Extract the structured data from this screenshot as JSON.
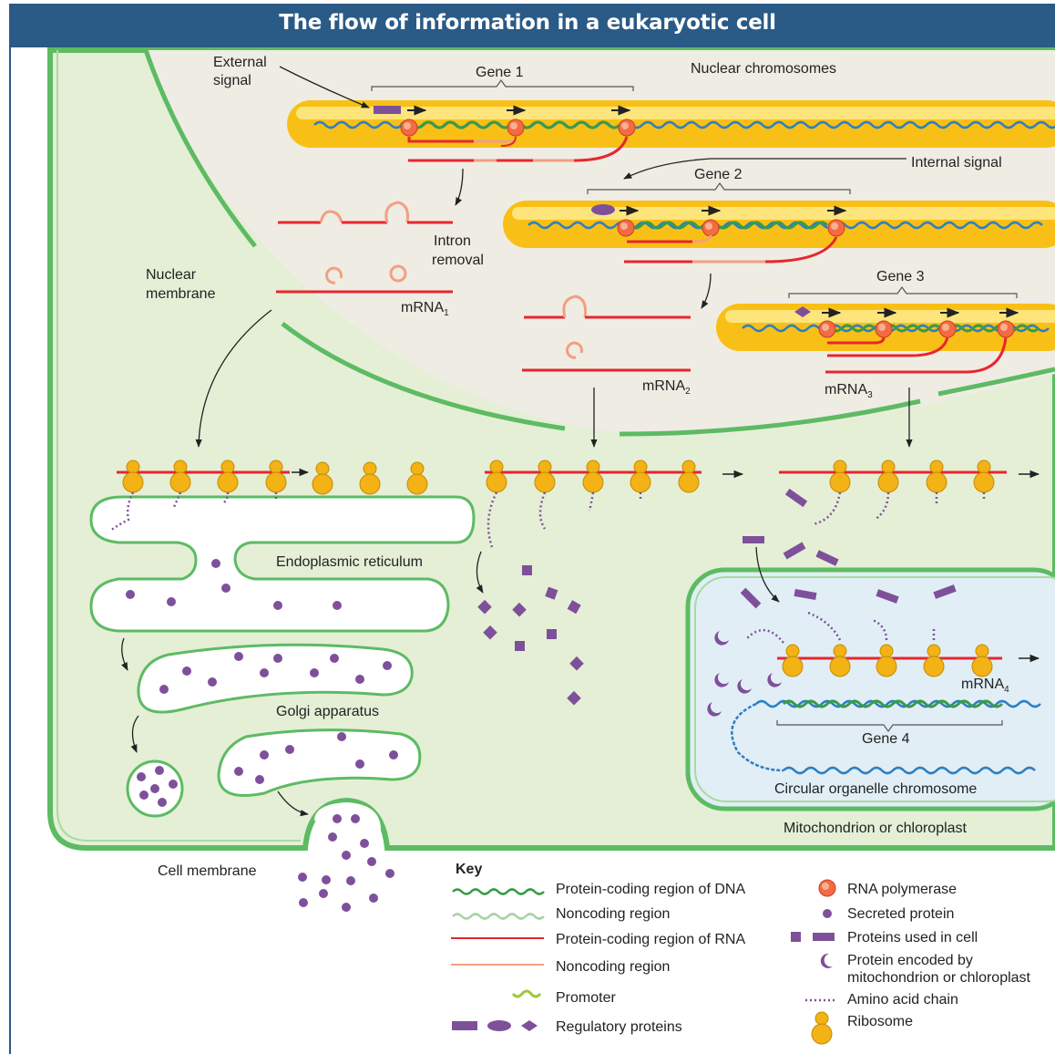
{
  "title": "The flow of information in a eukaryotic cell",
  "colors": {
    "title_bar": "#2a5a86",
    "cytoplasm": "#e4efd6",
    "nucleus": "#efece4",
    "membrane": "#5dbb63",
    "organelle": "#e1eef6",
    "chromosome": "#f8c016",
    "rna_coding": "#e8262e",
    "rna_noncoding": "#f2a080",
    "protein": "#7e509a",
    "polymerase": "#f36a43",
    "ribosome": "#f3b215",
    "dna_coding": "#3a9b48",
    "dna_noncoding": "#a6d3a3",
    "promoter": "#9cc93b"
  },
  "labels": {
    "external_signal": [
      "External",
      "signal"
    ],
    "gene1": "Gene 1",
    "gene2": "Gene 2",
    "gene3": "Gene 3",
    "gene4": "Gene 4",
    "nuclear_chromosomes": "Nuclear chromosomes",
    "internal_signal": "Internal signal",
    "intron_removal": [
      "Intron",
      "removal"
    ],
    "nuclear_membrane": [
      "Nuclear",
      "membrane"
    ],
    "mrna1": {
      "base": "mRNA",
      "sub": "1"
    },
    "mrna2": {
      "base": "mRNA",
      "sub": "2"
    },
    "mrna3": {
      "base": "mRNA",
      "sub": "3"
    },
    "mrna4": {
      "base": "mRNA",
      "sub": "4"
    },
    "er": "Endoplasmic reticulum",
    "golgi": "Golgi apparatus",
    "cell_membrane": "Cell membrane",
    "organelle_chromosome": "Circular organelle chromosome",
    "organelle": "Mitochondrion or chloroplast"
  },
  "key": {
    "title": "Key",
    "left": [
      {
        "icon": "dna-coding-icon",
        "label": "Protein-coding region of DNA"
      },
      {
        "icon": "dna-noncoding-icon",
        "label": "Noncoding region"
      },
      {
        "icon": "rna-coding-icon",
        "label": "Protein-coding region of RNA"
      },
      {
        "icon": "rna-noncoding-icon",
        "label": "Noncoding region"
      },
      {
        "icon": "promoter-icon",
        "label": "Promoter"
      },
      {
        "icon": "regulatory-proteins-icon",
        "label": "Regulatory proteins"
      }
    ],
    "right": [
      {
        "icon": "rna-polymerase-icon",
        "label": "RNA polymerase"
      },
      {
        "icon": "secreted-protein-icon",
        "label": "Secreted protein"
      },
      {
        "icon": "proteins-used-in-cell-icon",
        "label": "Proteins used in cell"
      },
      {
        "icon": "organelle-protein-icon",
        "label": [
          "Protein encoded by",
          "mitochondrion or chloroplast"
        ]
      },
      {
        "icon": "amino-acid-chain-icon",
        "label": "Amino acid chain"
      },
      {
        "icon": "ribosome-icon",
        "label": "Ribosome"
      }
    ]
  }
}
